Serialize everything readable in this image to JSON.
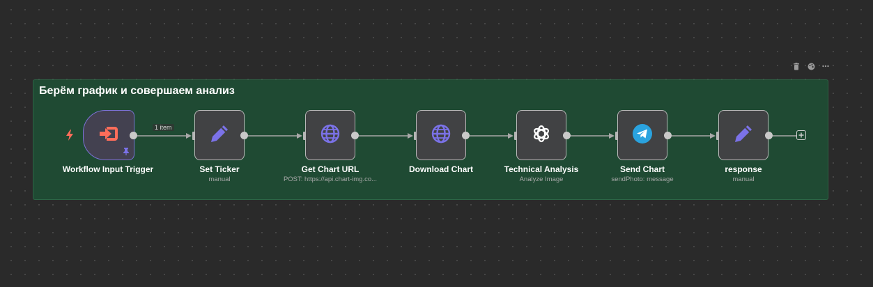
{
  "sticky": {
    "title": "Берём график и совершаем анализ",
    "color": "#1f4a33"
  },
  "sticky_tools": [
    "trash-icon",
    "palette-icon",
    "more-icon"
  ],
  "connection_badge": "1 item",
  "nodes": [
    {
      "id": "workflow-input-trigger",
      "label": "Workflow Input Trigger",
      "subtitle": "",
      "icon": "sign-in-icon",
      "icon_color": "#ff6d5a"
    },
    {
      "id": "set-ticker",
      "label": "Set Ticker",
      "subtitle": "manual",
      "icon": "pencil-icon",
      "icon_color": "#7b72e8"
    },
    {
      "id": "get-chart-url",
      "label": "Get Chart URL",
      "subtitle": "POST: https://api.chart-img.co...",
      "icon": "globe-icon",
      "icon_color": "#7b72e8"
    },
    {
      "id": "download-chart",
      "label": "Download Chart",
      "subtitle": "",
      "icon": "globe-icon",
      "icon_color": "#7b72e8"
    },
    {
      "id": "technical-analysis",
      "label": "Technical Analysis",
      "subtitle": "Analyze Image",
      "icon": "openai-icon",
      "icon_color": "#ffffff"
    },
    {
      "id": "send-chart",
      "label": "Send Chart",
      "subtitle": "sendPhoto: message",
      "icon": "telegram-icon",
      "icon_color": "#2aa3df"
    },
    {
      "id": "response",
      "label": "response",
      "subtitle": "manual",
      "icon": "pencil-icon",
      "icon_color": "#7b72e8"
    }
  ]
}
